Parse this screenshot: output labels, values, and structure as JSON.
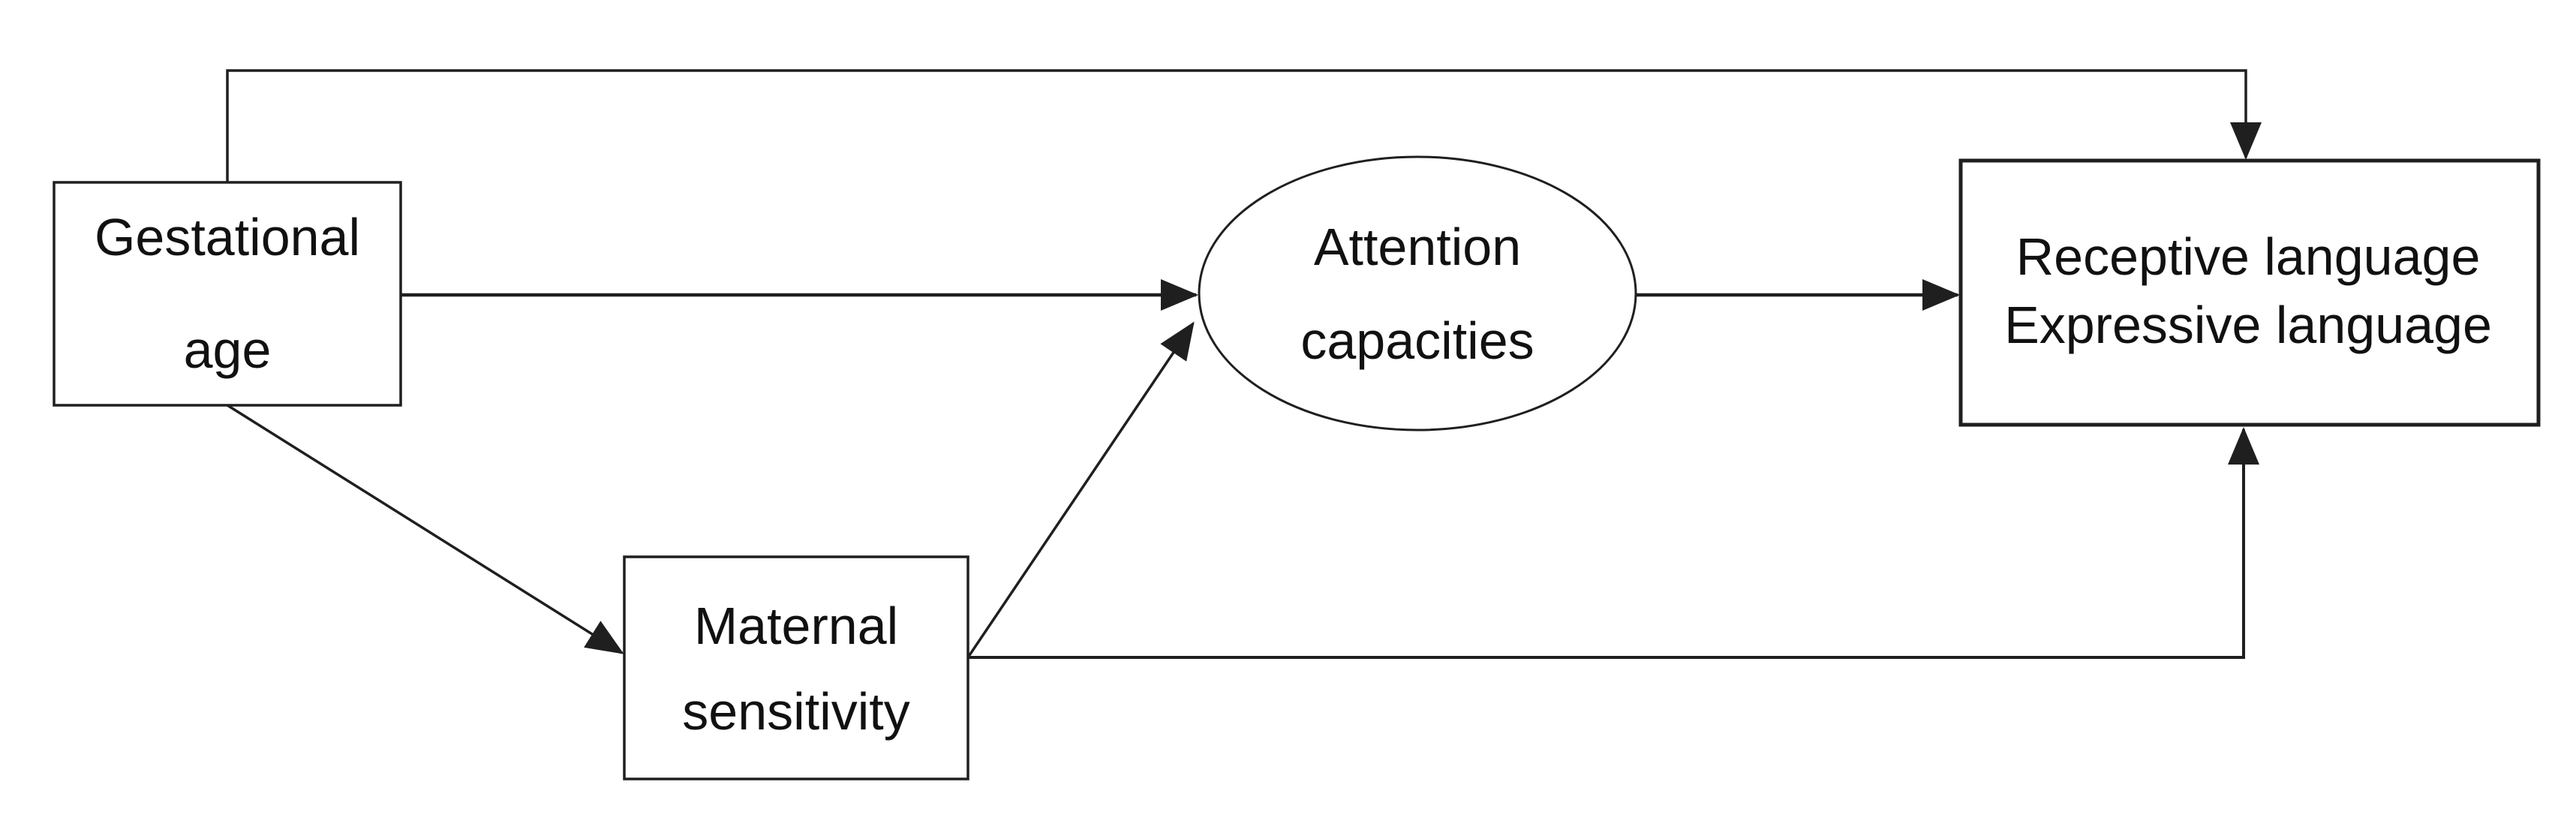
{
  "figure": {
    "type": "path-model-diagram",
    "background_color": "#ffffff",
    "line_color": "#1f1f1f",
    "text_color": "#111111",
    "nodes": {
      "gestational": {
        "shape": "rectangle",
        "line1": "Gestational",
        "line2": "age"
      },
      "attention": {
        "shape": "ellipse",
        "line1": "Attention",
        "line2": "capacities"
      },
      "maternal": {
        "shape": "rectangle",
        "line1": "Maternal",
        "line2": "sensitivity"
      },
      "language": {
        "shape": "rectangle",
        "line1": "Receptive language",
        "line2": "Expressive language"
      }
    },
    "edges": [
      {
        "from": "Gestational age",
        "to": "Receptive/Expressive language",
        "style": "elbow-over-top",
        "arrowhead": "solid-triangle"
      },
      {
        "from": "Gestational age",
        "to": "Attention capacities",
        "style": "straight",
        "arrowhead": "solid-triangle"
      },
      {
        "from": "Gestational age",
        "to": "Maternal sensitivity",
        "style": "straight-diagonal",
        "arrowhead": "solid-triangle"
      },
      {
        "from": "Maternal sensitivity",
        "to": "Attention capacities",
        "style": "straight-diagonal",
        "arrowhead": "solid-triangle"
      },
      {
        "from": "Attention capacities",
        "to": "Receptive/Expressive language",
        "style": "straight",
        "arrowhead": "solid-triangle"
      },
      {
        "from": "Maternal sensitivity",
        "to": "Receptive/Expressive language",
        "style": "elbow-under-bottom",
        "arrowhead": "solid-triangle"
      }
    ]
  }
}
